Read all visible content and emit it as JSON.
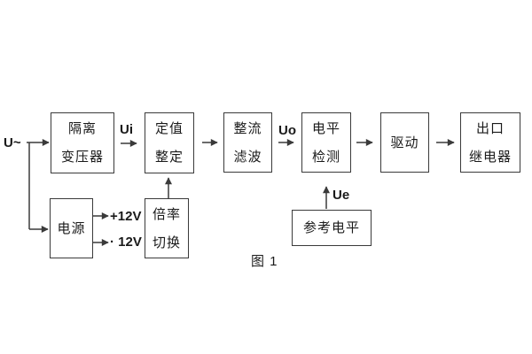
{
  "figure": {
    "caption": "图 1",
    "blocks": {
      "isolation_transformer": {
        "line1": "隔离",
        "line2": "变压器"
      },
      "setpoint_setting": {
        "line1": "定值",
        "line2": "整定"
      },
      "rectifier_filter": {
        "line1": "整流",
        "line2": "滤波"
      },
      "level_detection": {
        "line1": "电平",
        "line2": "检测"
      },
      "drive": {
        "label": "驱动"
      },
      "output_relay": {
        "line1": "出口",
        "line2": "继电器"
      },
      "power_supply": {
        "label": "电源"
      },
      "rate_switch": {
        "line1": "倍率",
        "line2": "切换"
      },
      "reference_level": {
        "label": "参考电平"
      }
    },
    "signals": {
      "input": "U~",
      "ui": "Ui",
      "uo": "Uo",
      "ue": "Ue",
      "plus12v": "+12V",
      "minus12v": "· 12V"
    },
    "colors": {
      "stroke": "#3a3a3a",
      "text": "#1a1a1a",
      "background": "#ffffff"
    }
  }
}
